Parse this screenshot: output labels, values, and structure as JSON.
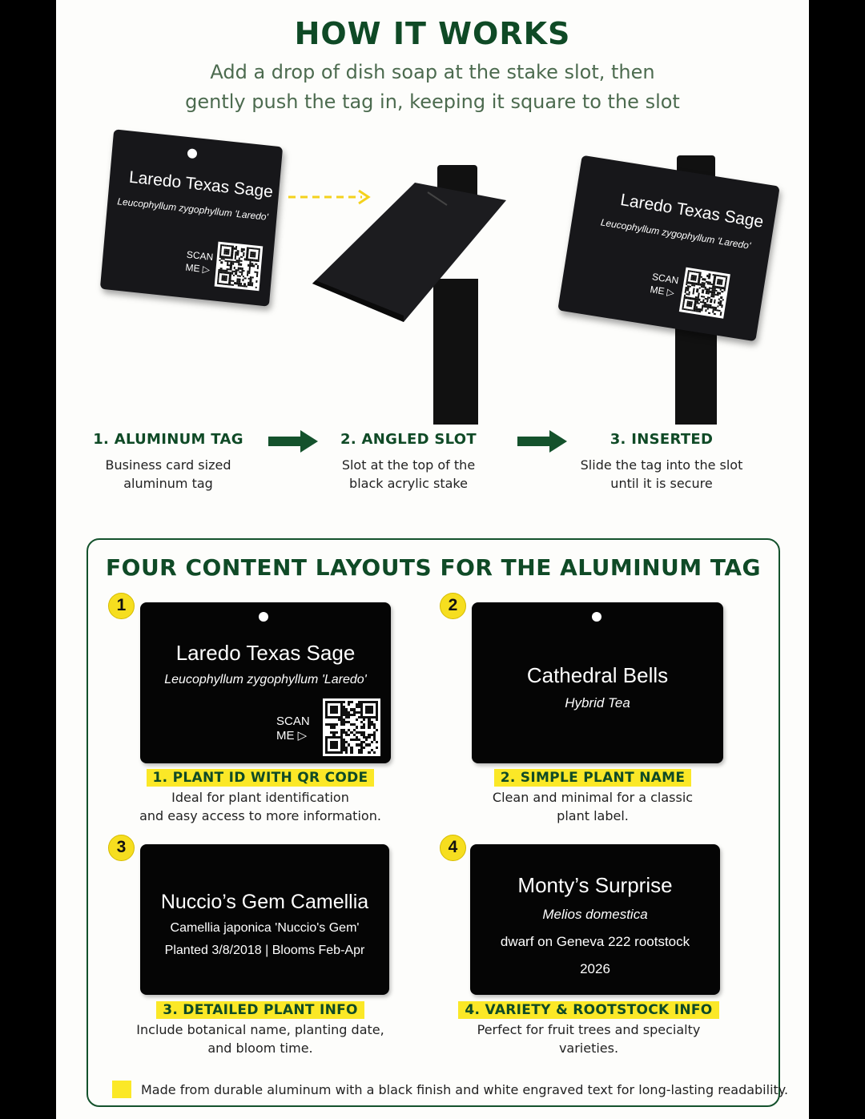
{
  "header": {
    "title": "HOW IT WORKS",
    "subtitle_line1": "Add a drop of dish soap at the stake slot, then",
    "subtitle_line2": "gently push the tag in, keeping it square to the slot"
  },
  "steps": [
    {
      "title": "1. ALUMINUM TAG",
      "desc1": "Business card sized",
      "desc2": "aluminum tag"
    },
    {
      "title": "2. ANGLED SLOT",
      "desc1": "Slot at the top of the",
      "desc2": "black acrylic stake"
    },
    {
      "title": "3. INSERTED",
      "desc1": "Slide the tag into the slot",
      "desc2": "until it is secure"
    }
  ],
  "demo_tag": {
    "name": "Laredo Texas Sage",
    "latin": "Leucophyllum zygophyllum 'Laredo'",
    "scan1": "SCAN",
    "scan2": "ME ▷"
  },
  "layouts": {
    "title": "FOUR CONTENT LAYOUTS FOR THE ALUMINUM TAG",
    "items": [
      {
        "badge": "1",
        "name": "Laredo Texas Sage",
        "latin": "Leucophyllum zygophyllum 'Laredo'",
        "scan1": "SCAN",
        "scan2": "ME ▷",
        "label": "1. PLANT ID WITH QR CODE",
        "desc1": "Ideal for plant identification",
        "desc2": "and easy access to more information."
      },
      {
        "badge": "2",
        "name": "Cathedral Bells",
        "latin": "Hybrid Tea",
        "label": "2. SIMPLE PLANT NAME",
        "desc1": "Clean and minimal for a classic",
        "desc2": "plant label."
      },
      {
        "badge": "3",
        "name": "Nuccio’s Gem Camellia",
        "latin": "Camellia japonica 'Nuccio's Gem'",
        "line3": "Planted 3/8/2018 | Blooms Feb-Apr",
        "label": "3. DETAILED PLANT INFO",
        "desc1": "Include botanical name, planting date,",
        "desc2": "and bloom time."
      },
      {
        "badge": "4",
        "name": "Monty’s Surprise",
        "latin": "Melios domestica",
        "line3": "dwarf on Geneva 222 rootstock",
        "line4": "2026",
        "label": "4. VARIETY & ROOTSTOCK INFO",
        "desc1": "Perfect for fruit trees and specialty",
        "desc2": "varieties."
      }
    ],
    "footnote": "Made from durable aluminum with a black finish and white engraved text for long-lasting readability."
  },
  "colors": {
    "brand_green": "#0f4a26",
    "highlight_yellow": "#fbe827",
    "tag_black": "#050505"
  }
}
